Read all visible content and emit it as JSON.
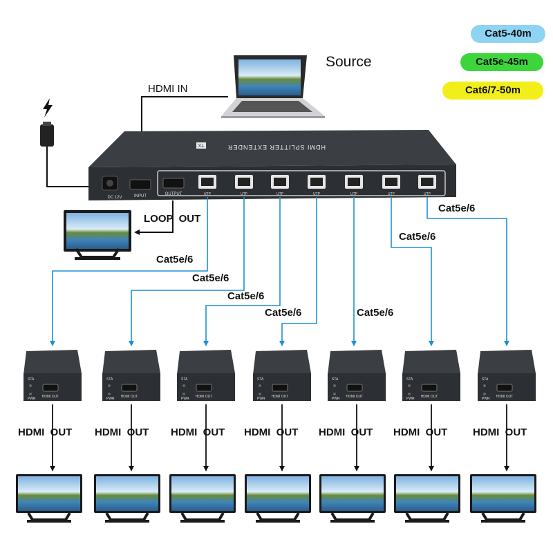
{
  "badges": [
    {
      "text": "Cat5-40m",
      "color": "#8fd3f4"
    },
    {
      "text": "Cat5e-45m",
      "color": "#3cd63c"
    },
    {
      "text": "Cat6/7-50m",
      "color": "#f2ee1a"
    }
  ],
  "labels": {
    "source": "Source",
    "hdmi_in": "HDMI IN",
    "loop_out": "LOOP  OUT",
    "hdmi_out": "HDMI  OUT",
    "cable": "Cat5e/6"
  },
  "device": {
    "top_text": "HDMI SPLITTER   EXTENDER",
    "top_badge": "TX",
    "dc": "DC 12V",
    "input": "INPUT",
    "output": "OUTPUT",
    "port_label": "UTP"
  },
  "receiver": {
    "sta": "STA",
    "pwr": "PWR",
    "hdmi_out": "HDMI OUT"
  },
  "colors": {
    "cable_line": "#1e8fd0",
    "device_body": "#2c2f33",
    "device_top": "#3b3f44"
  },
  "icons": [
    "lightning-icon",
    "power-adapter-icon",
    "laptop-icon",
    "monitor-icon",
    "rj45-port-icon",
    "hdmi-port-icon"
  ]
}
